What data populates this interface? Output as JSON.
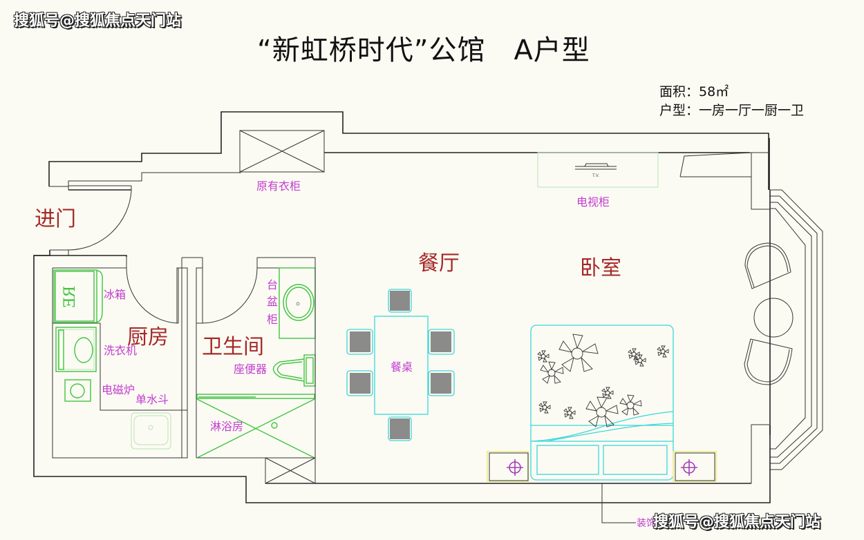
{
  "watermark": "搜狐号@搜狐焦点天门站",
  "title": "“新虹桥时代”公馆　A户型",
  "info": {
    "area_label": "面积：",
    "area_value": "58㎡",
    "layout_label": "户型：",
    "layout_value": "一房一厅一厨一卫"
  },
  "rooms": {
    "entrance": "进门",
    "kitchen": "厨房",
    "bathroom": "卫生间",
    "dining": "餐厅",
    "bedroom": "卧室"
  },
  "labels": {
    "wardrobe": "原有衣柜",
    "tv_cabinet": "电视柜",
    "tv": "T.V.",
    "fridge": "冰箱",
    "fridge_symbol": "RE",
    "washer": "洗衣机",
    "induction_cooker": "电磁炉",
    "sink": "单水斗",
    "basin_cabinet": [
      "台",
      "盆",
      "柜"
    ],
    "toilet": "座便器",
    "shower": "淋浴房",
    "dining_table": "餐桌",
    "decoration": "装饰"
  },
  "colors": {
    "room_label": "#a52828",
    "item_label": "#c23ccf",
    "fixture_green": "#3fc43f",
    "furniture_cyan": "#39d6dc",
    "wall": "#222222",
    "background": "#fbfbf3"
  }
}
